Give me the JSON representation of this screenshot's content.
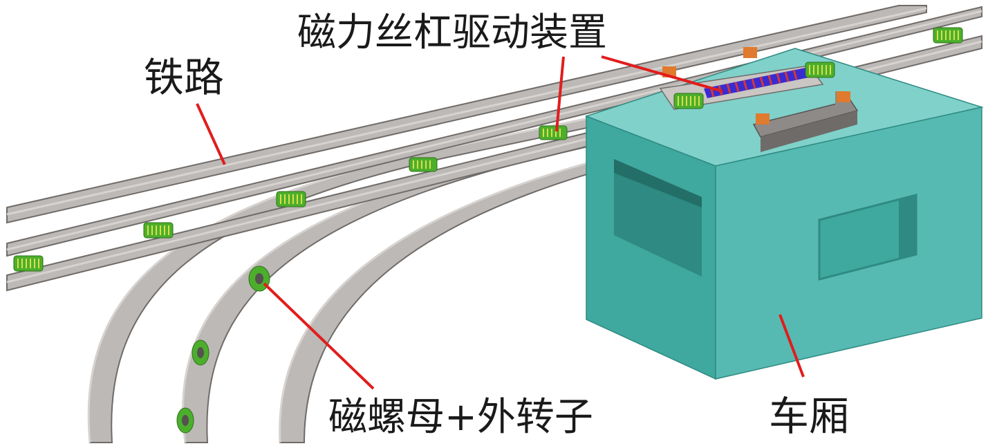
{
  "diagram": {
    "labels": {
      "railway": "铁路",
      "drive_device": "磁力丝杠驱动装置",
      "magnetic_nut": "磁螺母+外转子",
      "car_body": "车厢"
    },
    "colors": {
      "background": "#ffffff",
      "rail_fill": "#bdb9b6",
      "rail_edge": "#6f6b68",
      "rail_top": "#d6d3d0",
      "car_front": "#3fa89f",
      "car_side": "#56bab2",
      "car_top": "#7fd1ca",
      "car_dark": "#2e8a82",
      "coil_green": "#4caf2c",
      "coil_yellow": "#d9e04a",
      "screw_blue": "#3a2bd0",
      "screw_red": "#d23838",
      "bracket_orange": "#e07a2e",
      "bracket_gray": "#8d8a88",
      "leader_line": "#e11d1d"
    },
    "icons": [
      "magnetic-nut-icon",
      "magnetic-screw-icon",
      "car-body-icon",
      "rail-icon"
    ]
  }
}
